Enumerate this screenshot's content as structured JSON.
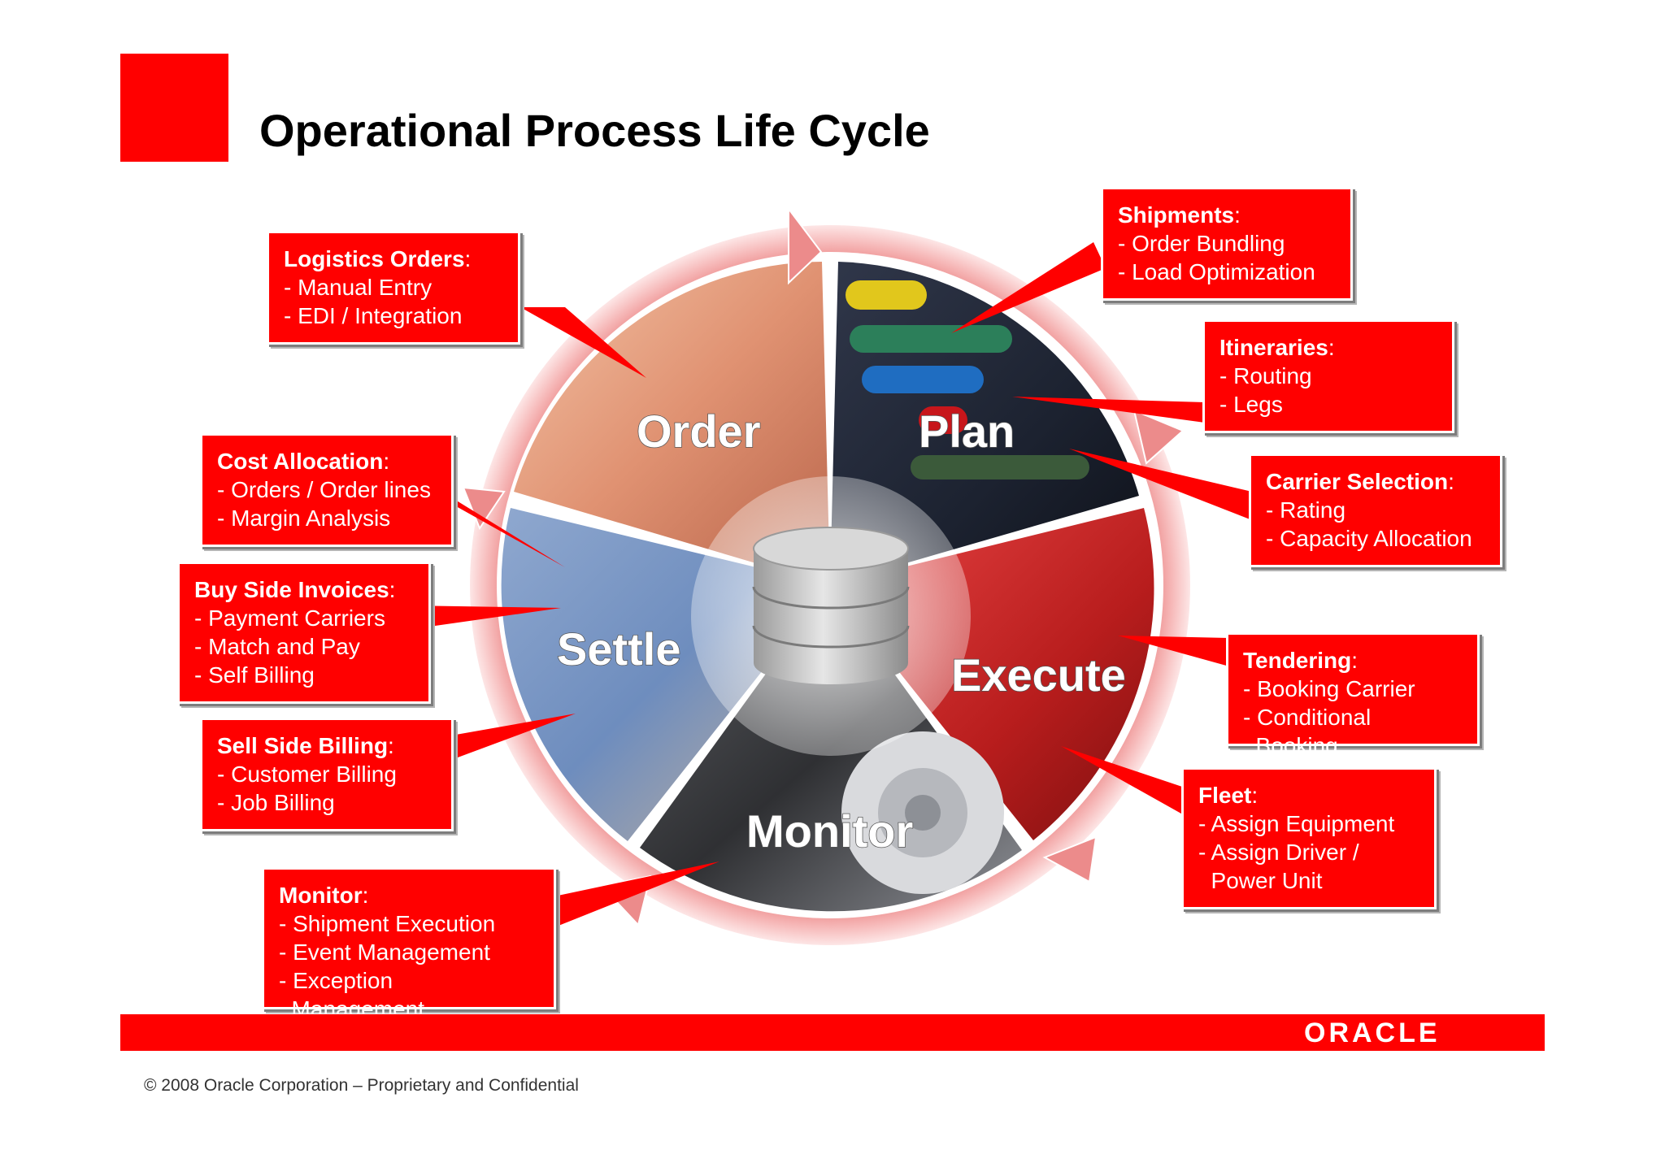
{
  "slide": {
    "title": "Operational Process Life Cycle",
    "footer_logo": "ORACLE",
    "copyright": "© 2008 Oracle Corporation – Proprietary and Confidential"
  },
  "colors": {
    "brand_red": "#ff0000",
    "ring_pink": "#f2a0a0"
  },
  "segments": [
    {
      "id": "order",
      "label": "Order"
    },
    {
      "id": "plan",
      "label": "Plan"
    },
    {
      "id": "execute",
      "label": "Execute"
    },
    {
      "id": "monitor",
      "label": "Monitor"
    },
    {
      "id": "settle",
      "label": "Settle"
    }
  ],
  "callouts": [
    {
      "id": "logistics-orders",
      "title": "Logistics Orders",
      "items": [
        "- Manual Entry",
        "- EDI / Integration"
      ]
    },
    {
      "id": "shipments",
      "title": "Shipments",
      "items": [
        "- Order Bundling",
        "- Load Optimization"
      ]
    },
    {
      "id": "itineraries",
      "title": "Itineraries",
      "items": [
        "- Routing",
        "- Legs"
      ]
    },
    {
      "id": "carrier-selection",
      "title": "Carrier Selection",
      "items": [
        "- Rating",
        "- Capacity Allocation"
      ]
    },
    {
      "id": "tendering",
      "title": "Tendering",
      "items": [
        "- Booking Carrier",
        "- Conditional",
        "  Booking"
      ]
    },
    {
      "id": "fleet",
      "title": "Fleet",
      "items": [
        "- Assign Equipment",
        "- Assign Driver /",
        "  Power Unit"
      ]
    },
    {
      "id": "cost-allocation",
      "title": "Cost Allocation",
      "items": [
        "- Orders / Order lines",
        "- Margin Analysis"
      ]
    },
    {
      "id": "buy-side-invoices",
      "title": "Buy Side Invoices",
      "items": [
        "- Payment Carriers",
        "- Match and Pay",
        "- Self Billing"
      ]
    },
    {
      "id": "sell-side-billing",
      "title": "Sell Side Billing",
      "items": [
        "- Customer Billing",
        "- Job Billing"
      ]
    },
    {
      "id": "monitor",
      "title": "Monitor",
      "items": [
        "- Shipment Execution",
        "- Event Management",
        "- Exception",
        "  Management"
      ]
    }
  ]
}
